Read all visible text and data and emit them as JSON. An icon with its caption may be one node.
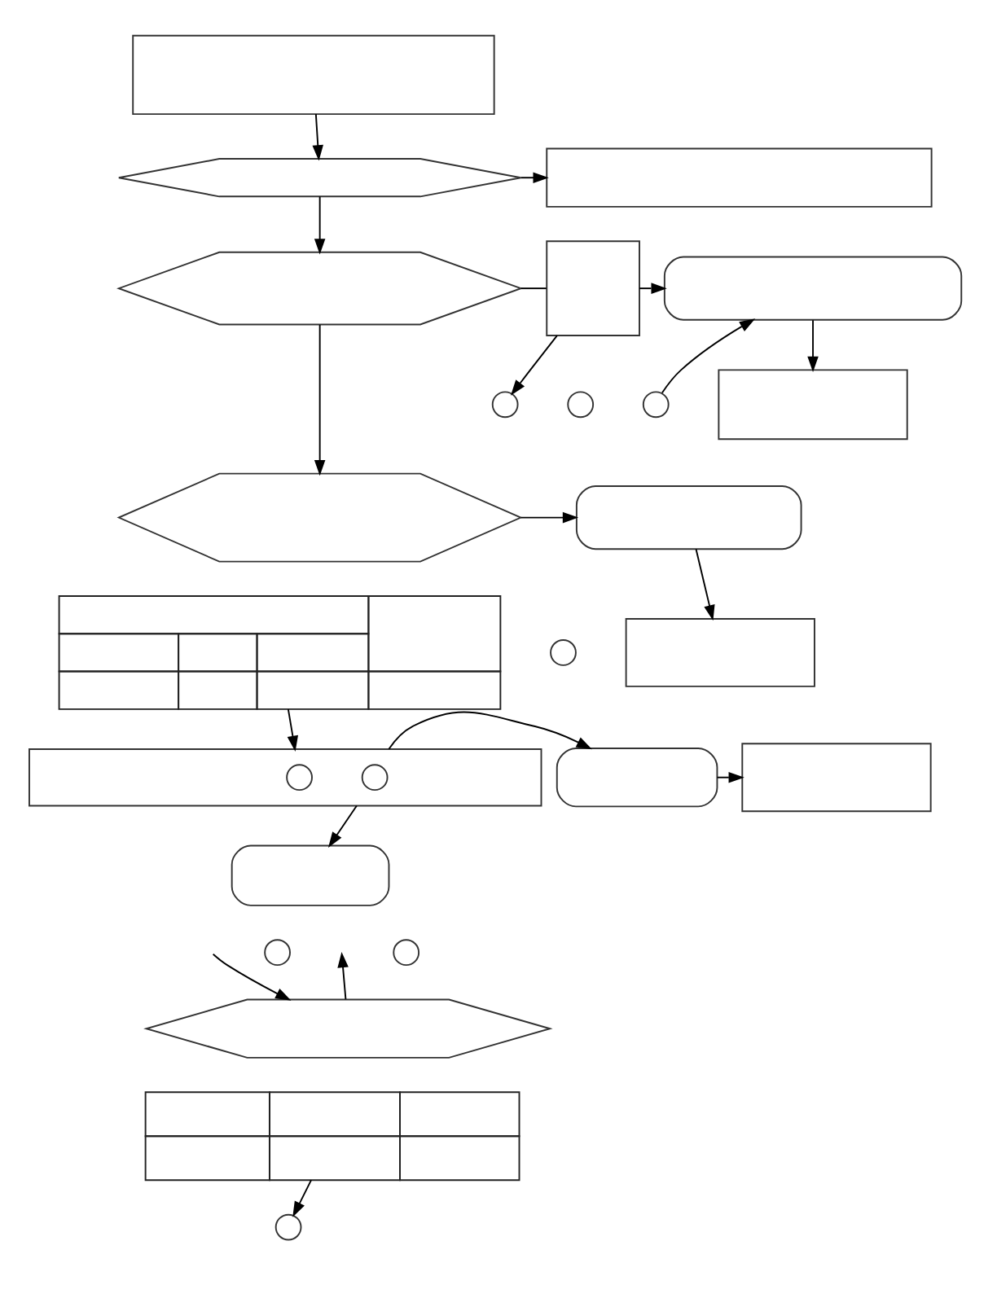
{
  "diagram": {
    "nodes": [
      {
        "text": [],
        "shape": "box"
      },
      {
        "text": [],
        "shape": "hexagon"
      },
      {
        "text": [],
        "shape": "box"
      },
      {
        "text": [],
        "shape": "hexagon"
      },
      {
        "text": [],
        "shape": "box"
      },
      {
        "text": [],
        "shape": "stadium"
      },
      {
        "text": [],
        "shape": "circle"
      },
      {
        "text": [],
        "shape": "circle"
      },
      {
        "text": [],
        "shape": "box"
      },
      {
        "text": [],
        "shape": "hexagon"
      },
      {
        "text": [],
        "shape": "circle"
      },
      {
        "text": [],
        "shape": "circle"
      },
      {
        "text": [],
        "shape": "stadium"
      },
      {
        "text": [],
        "shape": "table"
      },
      {
        "text": [],
        "shape": "box"
      },
      {
        "text": [],
        "shape": "box"
      },
      {
        "text": [],
        "shape": "circle",
        "in": 15
      },
      {
        "text": [],
        "shape": "circle",
        "in": 15
      },
      {
        "text": [],
        "shape": "stadium"
      },
      {
        "text": [],
        "shape": "box"
      },
      {
        "text": [],
        "shape": "stadium"
      },
      {
        "text": [],
        "shape": "circle"
      },
      {
        "text": [],
        "shape": "circle"
      },
      {
        "text": [],
        "shape": "hexagon"
      },
      {
        "text": [],
        "shape": "table"
      },
      {
        "text": [],
        "shape": "circle"
      }
    ],
    "edges": [
      {
        "from": 0,
        "to": 1,
        "arrow": "to"
      },
      {
        "from": 1,
        "to": 2,
        "arrow": "to"
      },
      {
        "from": 1,
        "to": 3,
        "arrow": "to"
      },
      {
        "from": 3,
        "to": 4,
        "arrow": "none"
      },
      {
        "from": 4,
        "to": 5,
        "arrow": "to"
      },
      {
        "from": 4,
        "to": 6,
        "arrow": "to"
      },
      {
        "from": 7,
        "to": 5,
        "arrow": "to"
      },
      {
        "from": 5,
        "to": 8,
        "arrow": "to"
      },
      {
        "from": 3,
        "to": 9,
        "arrow": "to"
      },
      {
        "from": 9,
        "to": 12,
        "arrow": "to"
      },
      {
        "from": 12,
        "to": 14,
        "arrow": "to"
      },
      {
        "from": 13,
        "to": 15,
        "arrow": "to"
      },
      {
        "from": 15,
        "to": 18,
        "arrow": "to"
      },
      {
        "from": 18,
        "to": 19,
        "arrow": "to"
      },
      {
        "from": 15,
        "to": 20,
        "arrow": "to"
      },
      {
        "from": null,
        "to": 23,
        "arrow": "to"
      },
      {
        "from": 23,
        "to": null,
        "arrow": "to"
      },
      {
        "from": 24,
        "to": 25,
        "arrow": "to"
      }
    ]
  }
}
